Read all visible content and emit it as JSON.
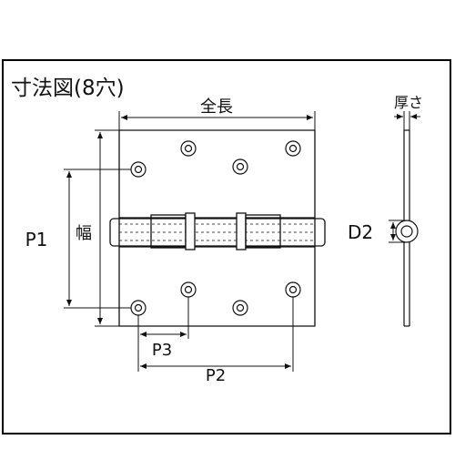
{
  "title": "寸法図(8穴)",
  "labels": {
    "overall_length": "全長",
    "thickness": "厚さ",
    "width": "幅",
    "p1": "P1",
    "p2": "P2",
    "p3": "P3",
    "d2": "D2"
  },
  "colors": {
    "border": "#000000",
    "line": "#111111",
    "background": "#ffffff"
  }
}
